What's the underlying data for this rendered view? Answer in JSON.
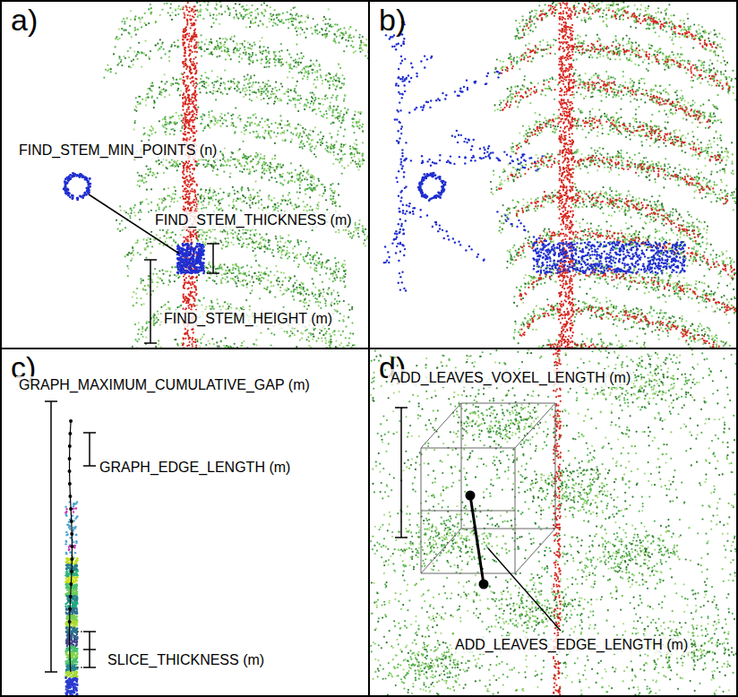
{
  "diagram": {
    "nodes": [
      {
        "text": [
          "a)"
        ]
      },
      {
        "text": [
          "b)"
        ]
      },
      {
        "text": [
          "c)"
        ]
      },
      {
        "text": [
          "d)"
        ]
      }
    ],
    "labels": [
      "FIND_STEM_MIN_POINTS (n)",
      "FIND_STEM_THICKNESS (m)",
      "FIND_STEM_HEIGHT (m)",
      "GRAPH_MAXIMUM_CUMULATIVE_GAP (m)",
      "GRAPH_EDGE_LENGTH (m)",
      "SLICE_THICKNESS (m)",
      "ADD_LEAVES_VOXEL_LENGTH (m)",
      "ADD_LEAVES_EDGE_LENGTH (m)"
    ]
  }
}
